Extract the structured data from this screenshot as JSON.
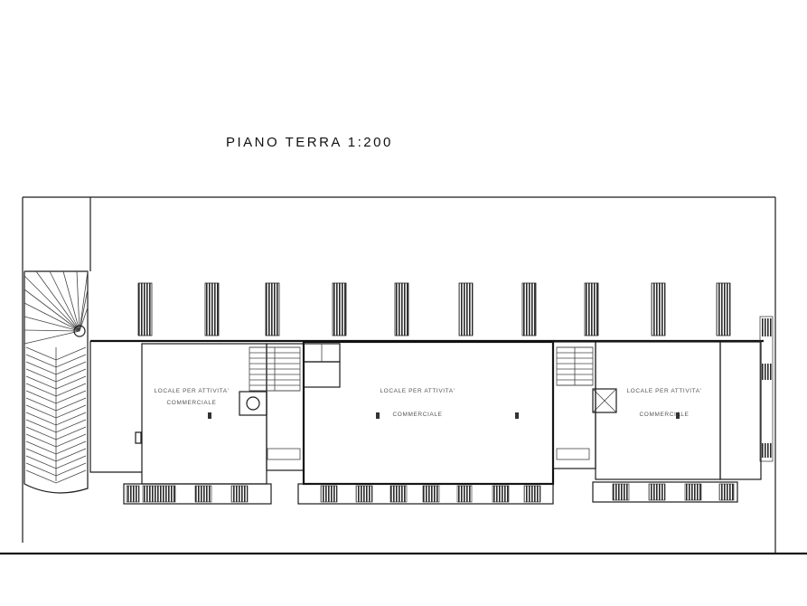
{
  "title": "PIANO TERRA  1:200",
  "rooms": [
    {
      "line1": "LOCALE PER ATTIVITA'",
      "line2": "COMMERCIALE"
    },
    {
      "line1": "LOCALE PER ATTIVITA'",
      "line2": "COMMERCIALE"
    },
    {
      "line1": "LOCALE PER ATTIVITA'",
      "line2": "COMMERCIALE"
    }
  ],
  "colors": {
    "ink": "#1c1c1c",
    "paper": "#ffffff"
  }
}
